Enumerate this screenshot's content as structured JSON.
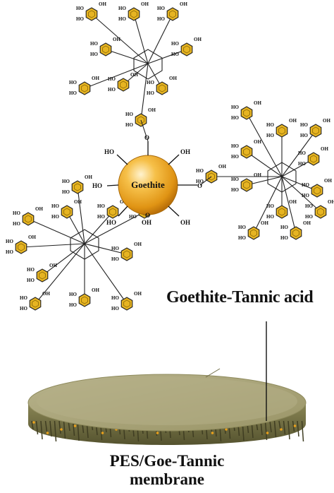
{
  "core": {
    "label": "Goethite",
    "color": "#e8a01c"
  },
  "hydroxyl_labels": [
    "HO",
    "OH",
    "HO",
    "OH",
    "HO",
    "OH",
    "O"
  ],
  "ring_color": "#e6b422",
  "membrane": {
    "top_color": "#a8a37a",
    "side_color": "#6e6b43"
  },
  "captions": {
    "complex": "Goethite-Tannic acid",
    "membrane_line1": "PES/Goe-Tannic",
    "membrane_line2": "membrane"
  }
}
